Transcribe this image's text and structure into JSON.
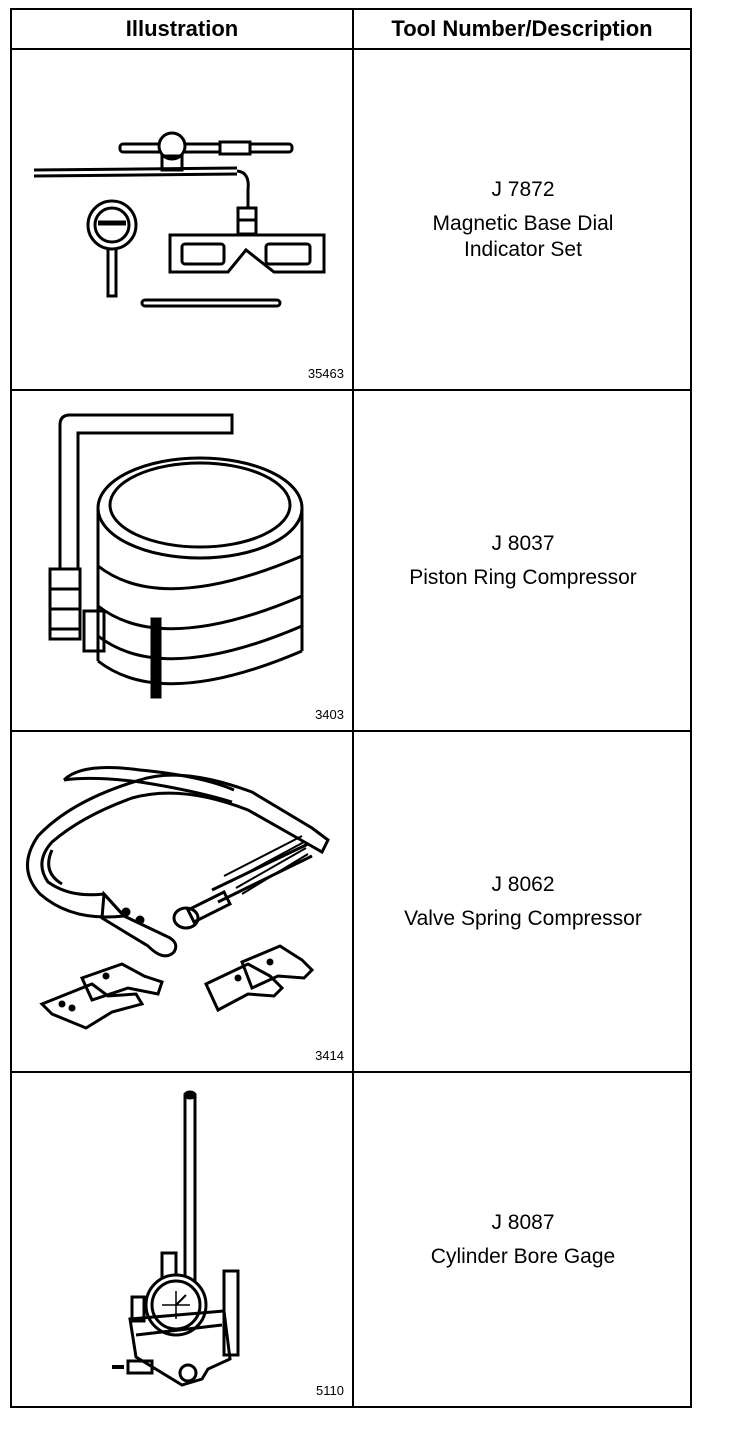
{
  "header": {
    "illustration": "Illustration",
    "tool": "Tool Number/Description"
  },
  "rows": [
    {
      "figure": "35463",
      "tool_number": "J 7872",
      "description": "Magnetic Base Dial Indicator Set"
    },
    {
      "figure": "3403",
      "tool_number": "J 8037",
      "description": "Piston Ring Compressor"
    },
    {
      "figure": "3414",
      "tool_number": "J 8062",
      "description": "Valve Spring Compressor"
    },
    {
      "figure": "5110",
      "tool_number": "J 8087",
      "description": "Cylinder Bore Gage"
    }
  ]
}
